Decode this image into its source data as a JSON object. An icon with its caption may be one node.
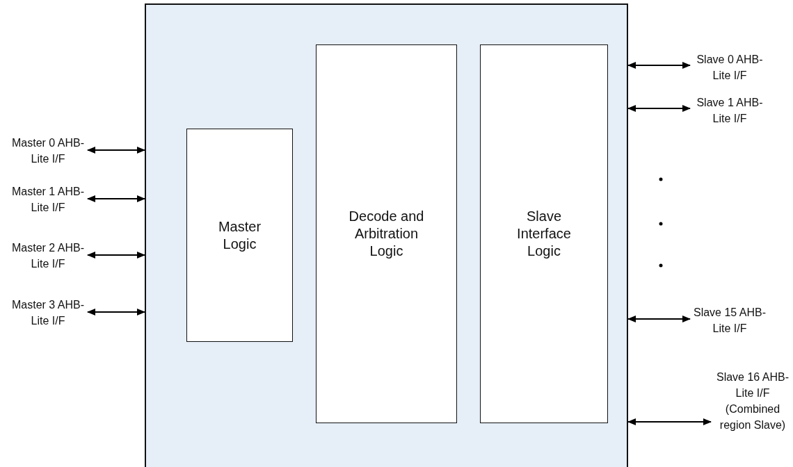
{
  "diagram": {
    "nodes": [
      {
        "text": [],
        "shape": "box"
      },
      {
        "text": [
          "Master Logic"
        ],
        "in": 0
      },
      {
        "text": [
          "Decode and Arbitration Logic"
        ],
        "in": 0
      },
      {
        "text": [
          "Slave Interface Logic"
        ],
        "in": 0
      },
      {
        "text": [
          "Master 0 AHB-Lite I/F"
        ]
      },
      {
        "text": [
          "Master 1 AHB-Lite I/F"
        ]
      },
      {
        "text": [
          "Master 2 AHB-Lite I/F"
        ]
      },
      {
        "text": [
          "Master 3 AHB-Lite I/F"
        ]
      },
      {
        "text": [
          "Slave 0 AHB-Lite I/F"
        ]
      },
      {
        "text": [
          "Slave 1 AHB-Lite I/F"
        ]
      },
      {
        "text": [
          "Slave 15 AHB-Lite I/F"
        ]
      },
      {
        "text": [
          "Slave 16 AHB-Lite I/F (Combined region Slave)"
        ]
      }
    ],
    "edges": [
      {
        "from": 4,
        "to": 0,
        "arrow": "both"
      },
      {
        "from": 5,
        "to": 0,
        "arrow": "both"
      },
      {
        "from": 6,
        "to": 0,
        "arrow": "both"
      },
      {
        "from": 7,
        "to": 0,
        "arrow": "both"
      },
      {
        "from": 0,
        "to": 8,
        "arrow": "both"
      },
      {
        "from": 0,
        "to": 9,
        "arrow": "both"
      },
      {
        "from": 0,
        "to": 10,
        "arrow": "both"
      },
      {
        "from": 0,
        "to": 11,
        "arrow": "both"
      }
    ]
  }
}
